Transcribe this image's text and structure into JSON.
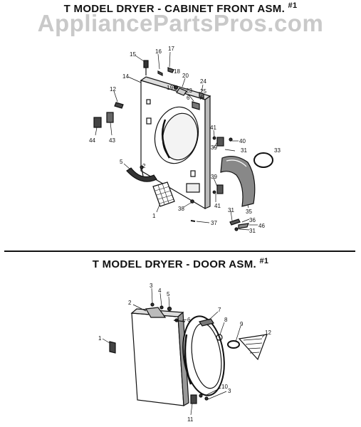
{
  "header": {
    "title": "T  MODEL DRYER - CABINET FRONT ASM. ",
    "title_sup": "#1",
    "watermark": "AppliancePartsPros.com"
  },
  "section2": {
    "title": "T  MODEL DRYER - DOOR ASM. ",
    "title_sup": "#1"
  },
  "cabinet_labels": [
    "15",
    "16",
    "17",
    "14",
    "18",
    "20",
    "19",
    "24",
    "12",
    "23",
    "25",
    "6",
    "44",
    "43",
    "41",
    "40",
    "31",
    "33",
    "5",
    "39",
    "2",
    "39",
    "1",
    "41",
    "35",
    "38",
    "31",
    "36",
    "37",
    "31",
    "46"
  ],
  "door_labels": [
    "3",
    "4",
    "5",
    "2",
    "6",
    "7",
    "8",
    "9",
    "1",
    "12",
    "10",
    "3",
    "11"
  ]
}
